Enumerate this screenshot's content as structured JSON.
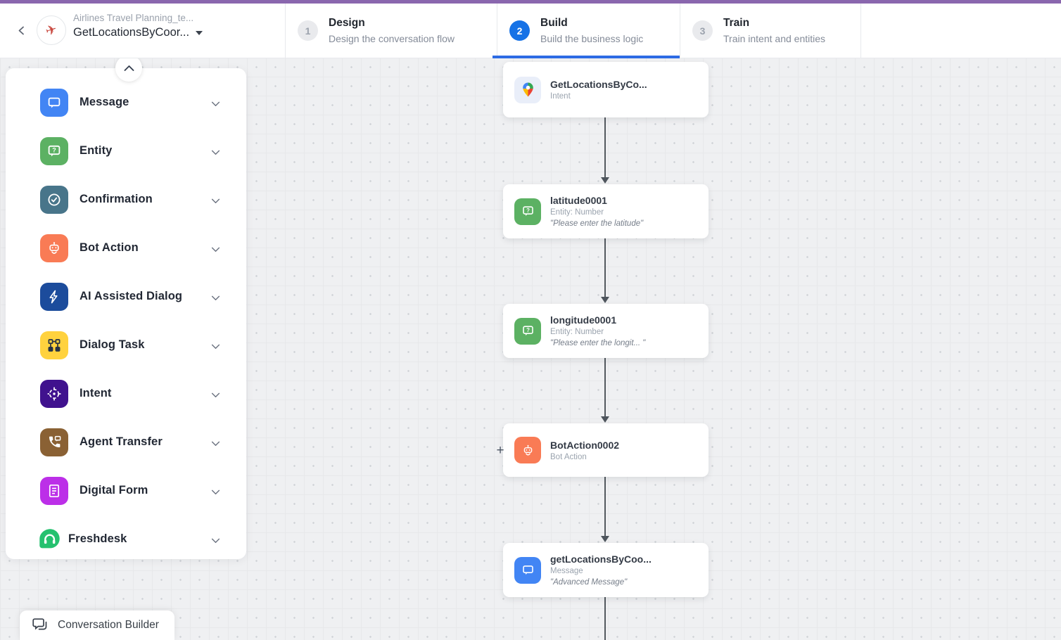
{
  "topbar": {
    "accent_color": "#8a67ae"
  },
  "header": {
    "app_name": "Airlines Travel Planning_te...",
    "task_name": "GetLocationsByCoor...",
    "active_step_color": "#1672e6",
    "steps": [
      {
        "number": "1",
        "title": "Design",
        "subtitle": "Design the conversation flow",
        "active": false
      },
      {
        "number": "2",
        "title": "Build",
        "subtitle": "Build the business logic",
        "active": true
      },
      {
        "number": "3",
        "title": "Train",
        "subtitle": "Train intent and entities",
        "active": false
      }
    ]
  },
  "sidebar": {
    "items": [
      {
        "label": "Message",
        "icon": "message-icon",
        "color": "#4285f4"
      },
      {
        "label": "Entity",
        "icon": "entity-icon",
        "color": "#5cb163"
      },
      {
        "label": "Confirmation",
        "icon": "confirmation-icon",
        "color": "#48758a"
      },
      {
        "label": "Bot Action",
        "icon": "bot-action-icon",
        "color": "#f97b55"
      },
      {
        "label": "AI Assisted Dialog",
        "icon": "ai-assisted-dialog-icon",
        "color": "#1c4c9c"
      },
      {
        "label": "Dialog Task",
        "icon": "dialog-task-icon",
        "color": "#ffd23e"
      },
      {
        "label": "Intent",
        "icon": "intent-icon",
        "color": "#40128e"
      },
      {
        "label": "Agent Transfer",
        "icon": "agent-transfer-icon",
        "color": "#8a6134"
      },
      {
        "label": "Digital Form",
        "icon": "digital-form-icon",
        "color": "#bc2fe8"
      },
      {
        "label": "Freshdesk",
        "icon": "freshdesk-icon",
        "color": "#25c16f"
      }
    ]
  },
  "canvas": {
    "nodes": [
      {
        "title": "GetLocationsByCo...",
        "subtitle": "Intent",
        "quote": "",
        "icon": "google-maps-icon",
        "icon_bg": "#e9eef9",
        "plus": false
      },
      {
        "title": "latitude0001",
        "subtitle": "Entity: Number",
        "quote": "\"Please enter the latitude\"",
        "icon": "entity-icon",
        "icon_bg": "#5cb163",
        "plus": false
      },
      {
        "title": "longitude0001",
        "subtitle": "Entity: Number",
        "quote": "\"Please enter the longit... \"",
        "icon": "entity-icon",
        "icon_bg": "#5cb163",
        "plus": false
      },
      {
        "title": "BotAction0002",
        "subtitle": "Bot Action",
        "quote": "",
        "icon": "bot-action-icon",
        "icon_bg": "#f97b55",
        "plus": true
      },
      {
        "title": "getLocationsByCoo...",
        "subtitle": "Message",
        "quote": "\"Advanced Message\"",
        "icon": "message-icon",
        "icon_bg": "#4285f4",
        "plus": false
      }
    ],
    "plus_port_label": "+"
  },
  "footer": {
    "label": "Conversation Builder"
  }
}
